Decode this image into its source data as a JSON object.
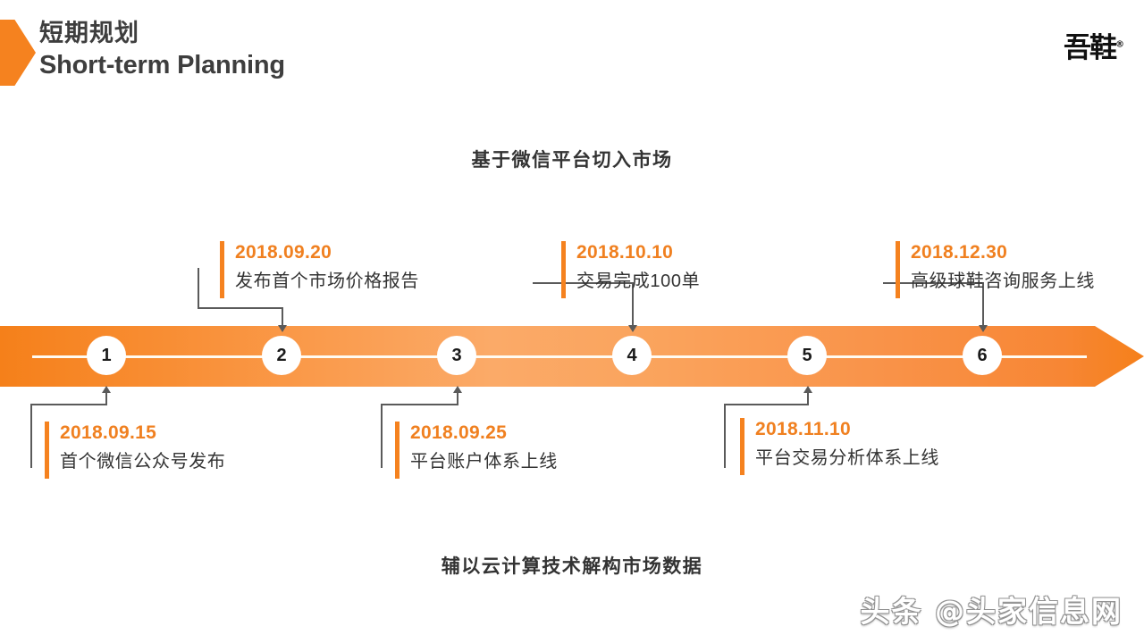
{
  "header": {
    "title_cn": "短期规划",
    "title_en": "Short-term Planning",
    "chevron_color": "#F5821F",
    "title_color": "#3E3E3E"
  },
  "logo": {
    "text": "吾鞋",
    "mark": "®"
  },
  "headings": {
    "top": "基于微信平台切入市场",
    "bottom": "辅以云计算技术解构市场数据"
  },
  "timeline": {
    "accent_color": "#F5821F",
    "date_color": "#F08020",
    "text_color": "#333333",
    "line_color": "#FFFBF2",
    "connector_color": "#5A5A5A",
    "nodes": [
      {
        "number": "1",
        "date": "2018.09.15",
        "desc": "首个微信公众号发布",
        "side": "below"
      },
      {
        "number": "2",
        "date": "2018.09.20",
        "desc": "发布首个市场价格报告",
        "side": "above"
      },
      {
        "number": "3",
        "date": "2018.09.25",
        "desc": "平台账户体系上线",
        "side": "below"
      },
      {
        "number": "4",
        "date": "2018.10.10",
        "desc": "交易完成100单",
        "side": "above"
      },
      {
        "number": "5",
        "date": "2018.11.10",
        "desc": "平台交易分析体系上线",
        "side": "below"
      },
      {
        "number": "6",
        "date": "2018.12.30",
        "desc": "高级球鞋咨询服务上线",
        "side": "above"
      }
    ]
  },
  "watermark": {
    "text": "头条 @头家信息网"
  }
}
